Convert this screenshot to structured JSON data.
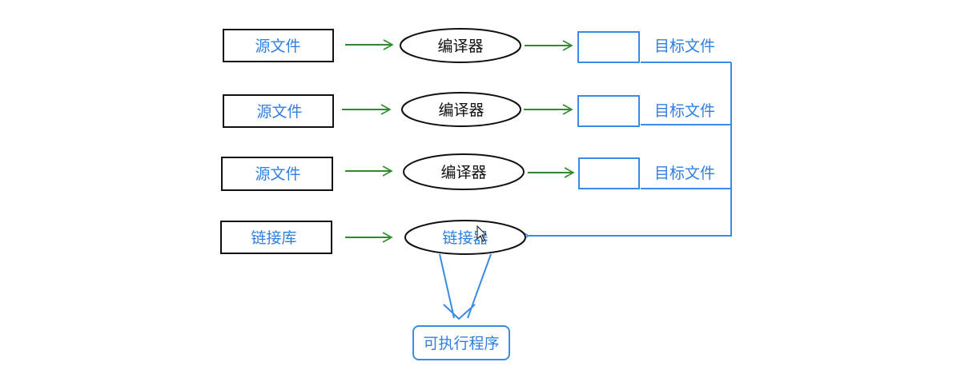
{
  "source_label": "源文件",
  "compiler_label": "编译器",
  "object_label": "目标文件",
  "library_label": "链接库",
  "linker_label": "链接器",
  "executable_label": "可执行程序",
  "colors": {
    "black": "#111111",
    "blue": "#3a8be6",
    "green": "#2e8b2e",
    "blue_text": "#2f7fe0"
  }
}
